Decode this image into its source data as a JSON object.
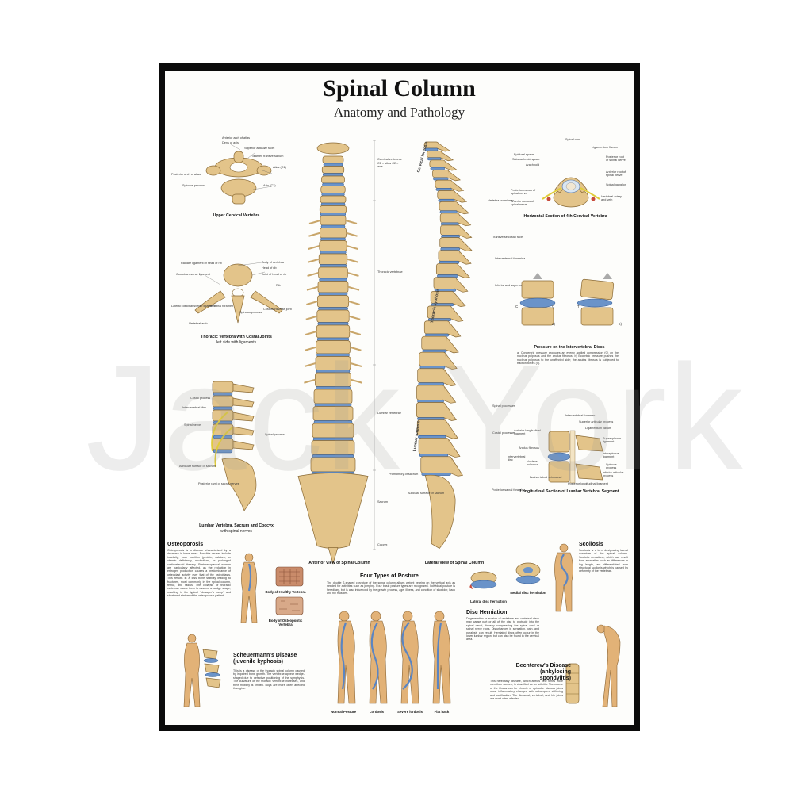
{
  "poster": {
    "title": "Spinal Column",
    "subtitle": "Anatomy and Pathology",
    "watermark": "Jack York",
    "colors": {
      "frame": "#0b0b0b",
      "bone": "#e3c48a",
      "disc": "#6a93c9",
      "paper": "#fdfdfb"
    }
  },
  "upper_cervical": {
    "caption": "Upper Cervical Vertebra",
    "labels": [
      "Anterior arch of atlas",
      "Dens of axis",
      "Superior articular facet",
      "Foramen transversarium",
      "Atlas (C1)",
      "Posterior arch of atlas",
      "Spinous process",
      "Axis (C2)"
    ]
  },
  "thoracic_vertebra": {
    "caption": "Thoracic Vertebra with Costal Joints",
    "subcaption": "left side with ligaments",
    "labels": [
      "Radiate ligament of head of rib",
      "Body of vertebra",
      "Head of rib",
      "Costotransverse ligament",
      "Joint of head of rib",
      "Rib",
      "Lateral costotransverse ligament",
      "Vertebral foramen",
      "Spinous process",
      "Costotransverse joint",
      "Vertebral arch"
    ]
  },
  "lumbar_sacrum": {
    "caption": "Lumbar Vertebra, Sacrum and Coccyx",
    "subcaption": "with spinal nerves",
    "labels": [
      "Costal process",
      "Intervertebral disc",
      "Spinal nerve",
      "Spinal process",
      "Auricular surface of sacrum",
      "Posterior rami of sacral nerves"
    ]
  },
  "anterior_view": {
    "caption": "Anterior View of Spinal Column",
    "regions": [
      "Cervical vertebrae C1 = atlas C2 = axis",
      "Thoracic vertebrae",
      "Lumbar vertebrae",
      "Sacrum",
      "Coccyx"
    ]
  },
  "lateral_view": {
    "caption": "Lateral View of Spinal Column",
    "curves": [
      "Cervical lordosis",
      "Thoracic kyphosis",
      "Lumbar lordosis"
    ],
    "labels": [
      "Vertebra prominens",
      "Transverse costal facet",
      "Intervertebral foramina",
      "Inferior and superior costal facets",
      "Spinal processes",
      "Costal processes",
      "Promontory of sacrum",
      "Auricular surface of sacrum",
      "Posterior sacral foramina"
    ]
  },
  "horizontal_section": {
    "caption": "Horizontal Section of 4th Cervical Vertebra",
    "labels": [
      "Spinal cord",
      "Epidural space",
      "Ligamentum flavum",
      "Subarachnoid space",
      "Arachnoid",
      "Posterior root of spinal nerve",
      "Anterior root of spinal nerve",
      "Posterior ramus of spinal nerve",
      "Spinal ganglion",
      "Anterior ramus of spinal nerve",
      "Vertebral artery and vein"
    ]
  },
  "disc_pressure": {
    "caption": "Pressure on the Intervertebral Discs",
    "text": "a) Concentric pressure produces an evenly applied compression (C) on the nucleus pulposus and the anulus fibrosus. b) Eccentric pressure pushes the nucleus pulposus to the unaffected side; the anulus fibrosus is subjected to traction forces (T).",
    "marks": [
      "a)",
      "b)",
      "C",
      "C",
      "T"
    ]
  },
  "lumbar_segment": {
    "caption": "Longitudinal Section of Lumbar Vertebral Segment",
    "labels": [
      "Intervertebral foramen",
      "Superior articular process",
      "Ligamentum flavum",
      "Anterior longitudinal ligament",
      "Supraspinous ligament",
      "Anulus fibrosus",
      "Interspinous ligament",
      "Nucleus pulposus",
      "Intervertebral disc",
      "Spinous process",
      "Basivertebral vein canal",
      "Inferior articular process",
      "Posterior longitudinal ligament"
    ]
  },
  "osteoporosis": {
    "heading": "Osteoporosis",
    "text": "Osteoporosis is a disease characterized by a decrease in bone mass. Possible causes include inactivity, poor nutrition (protein, calcium, or vitamin deficiency, alcoholism), or prolonged corticosteroid therapy. Postmenopausal women are particularly affected, as the reduction in estrogen production causes a predominance of osteoclast activity over that of the osteoblasts. This results in a loss bone stability leading to fractures, most commonly in the spinal column, femur, and radius. The collapse of thoracic vertebrae cause them to assume a wedge shape, resulting in the typical \"dowager's hump\" and shortened stature of the osteoporosis patient.",
    "healthy_caption": "Body of Healthy Vertebra",
    "osteo_caption": "Body of Osteoporitic Vertebra"
  },
  "scheuermann": {
    "heading": "Scheuermann's Disease (juvenile kyphosis)",
    "text": "This is a disease of the thoracic spinal column caused by impaired bone growth. The vertebrae appear wedge-shaped due to defective positioning of the symphysis. The curvature of the thoracic vertebrae increases, and their mobility is limited. Boys are more often affected than girls."
  },
  "posture": {
    "heading": "Four Types of Posture",
    "text": "The double S-shaped curvature of the spinal column allows weight bearing on the vertical axis as needed for activities such as jumping. Four basic posture types are recognized. Individual posture is hereditary, but is also influenced by the growth process, age, illness, and condition of shoulder, back and hip muscles.",
    "types": [
      "Normal Posture",
      "Lordosis",
      "Severe lordosis",
      "Flat back"
    ]
  },
  "disc_herniation": {
    "heading": "Disc Herniation",
    "text": "Degeneration or erosion of vertebrae and vertebral discs may cause part or all of the disc to protrude into the spinal canal, thereby compressing the spinal cord or spinal nerve roots. Disturbances in sensation, pain, and paralysis can result. Herniated discs often occur in the lower lumbar region, but can also be found in the cervical area.",
    "lateral_caption": "Lateral disc herniation",
    "medial_caption": "Medial disc herniation"
  },
  "scoliosis": {
    "heading": "Scoliosis",
    "text": "Scoliosis is a term designating lateral curvature of the spinal column. Scoliotic deviations, which can result from anomalies such as differences in leg length, are differentiated from structural scoliosis which is caused by deformity of the vertebrae."
  },
  "bechterew": {
    "heading": "Bechterew's Disease (ankylosing spondylitis)",
    "text": "This hereditary disease, which affects nine times more men than women, is classified as an arthritis. The course of the illness can be chronic or episodic. Various joints show inflammatory changes with subsequent stiffening and ossification. The iliosacral, vertebral, and hip joints are most often affected."
  }
}
